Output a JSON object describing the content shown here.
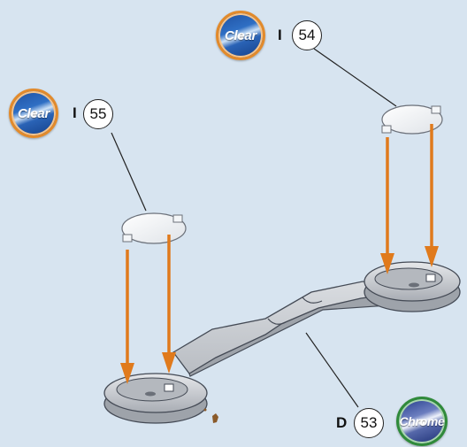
{
  "parts": [
    {
      "id": "part-54",
      "number": "54",
      "quantity": "I",
      "finish": "Clear"
    },
    {
      "id": "part-55",
      "number": "55",
      "quantity": "I",
      "finish": "Clear"
    },
    {
      "id": "part-53",
      "number": "53",
      "quantity": "D",
      "finish": "Chrome"
    }
  ],
  "colors": {
    "background": "#d7e4f0",
    "arrow": "#e07a1c",
    "part_fill": "#c9ccd1",
    "part_stroke": "#444a55",
    "clear_badge_ring": "#e28a2b",
    "chrome_badge_ring": "#2f8a3a"
  }
}
